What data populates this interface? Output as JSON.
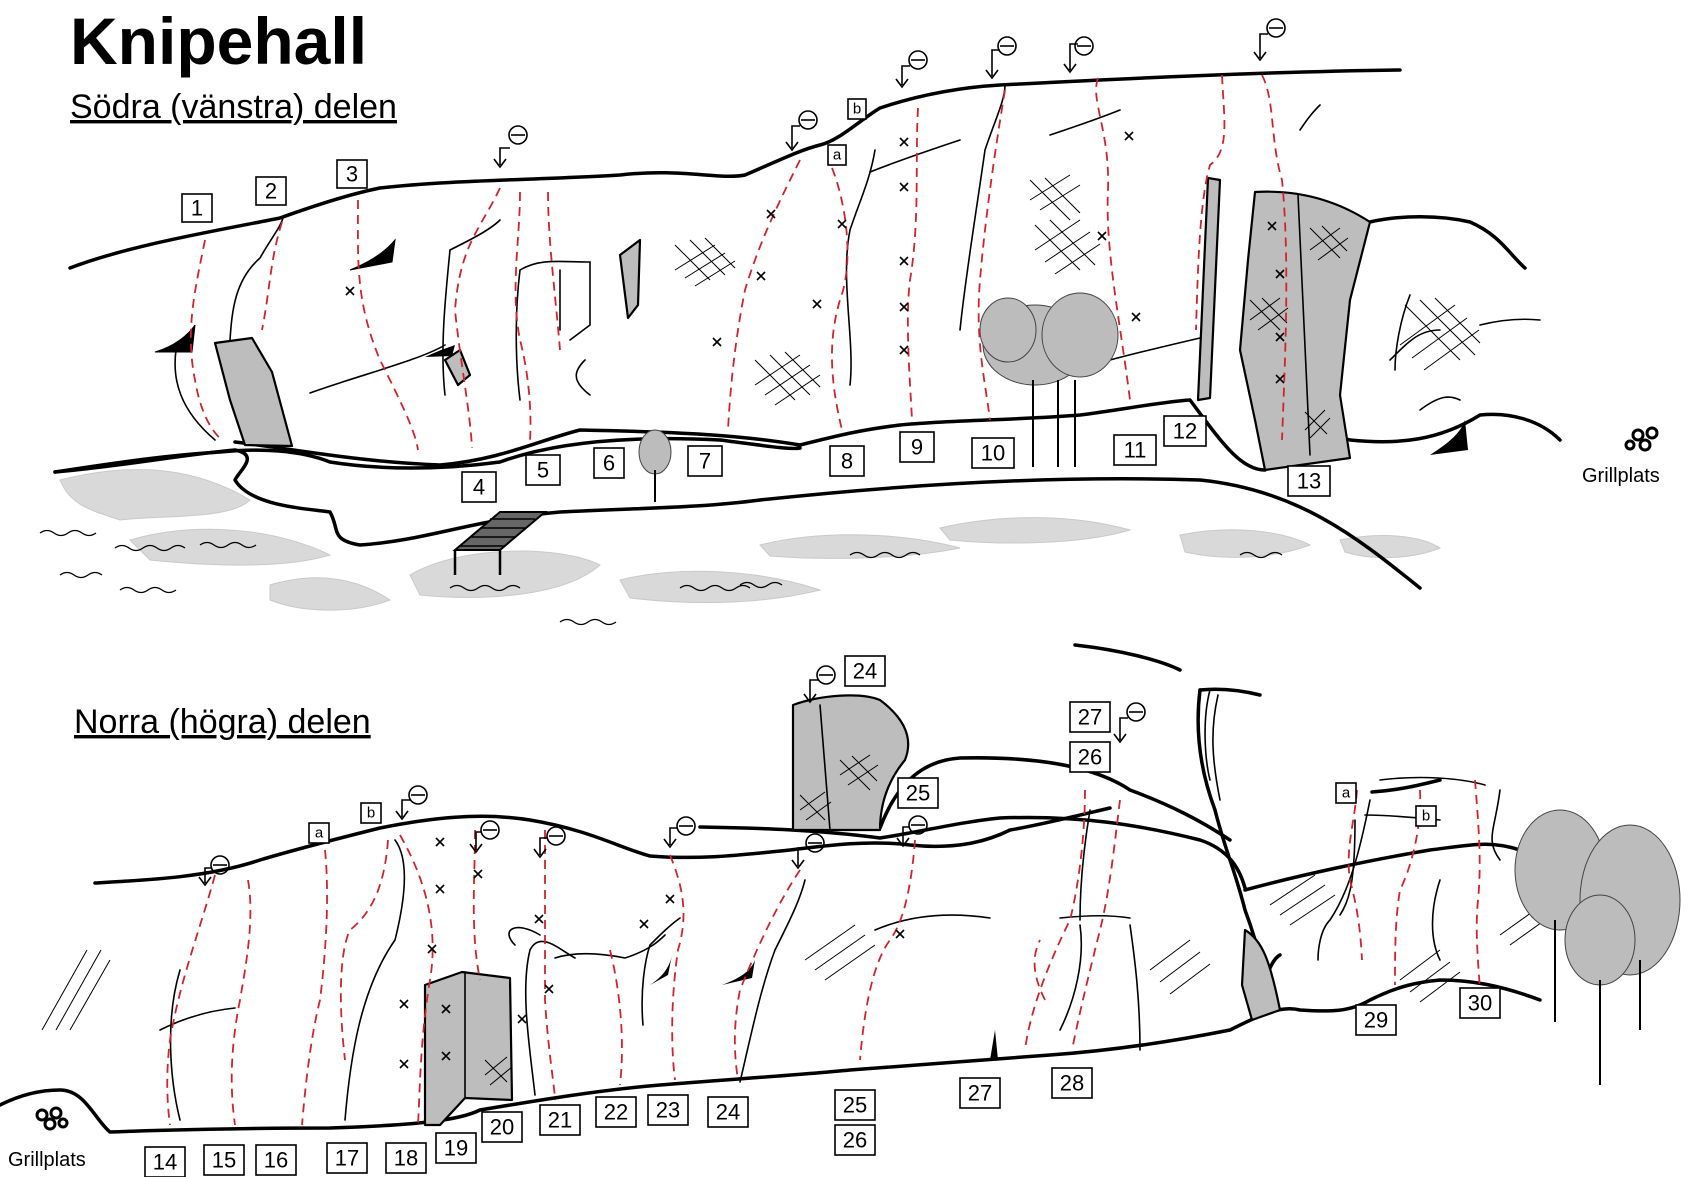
{
  "title": "Knipehall",
  "sections": [
    {
      "heading": "Södra (vänstra) delen"
    },
    {
      "heading": "Norra (högra) delen"
    }
  ],
  "grill_label": "Grillplats",
  "variant_letters": {
    "a": "a",
    "b": "b"
  },
  "route_numbers_south": [
    "1",
    "2",
    "3",
    "4",
    "5",
    "6",
    "7",
    "8",
    "9",
    "10",
    "11",
    "12",
    "13"
  ],
  "route_numbers_north": [
    "14",
    "15",
    "16",
    "17",
    "18",
    "19",
    "20",
    "21",
    "22",
    "23",
    "24",
    "25",
    "26",
    "27",
    "28",
    "29",
    "30"
  ],
  "upper_north_numbers": {
    "top24": "24",
    "n25": "25",
    "n26": "26",
    "n27": "27"
  },
  "colors": {
    "route": "#d2232a",
    "rock": "#000000",
    "slab": "#bdbdbd",
    "water": "#d9d9d9"
  }
}
